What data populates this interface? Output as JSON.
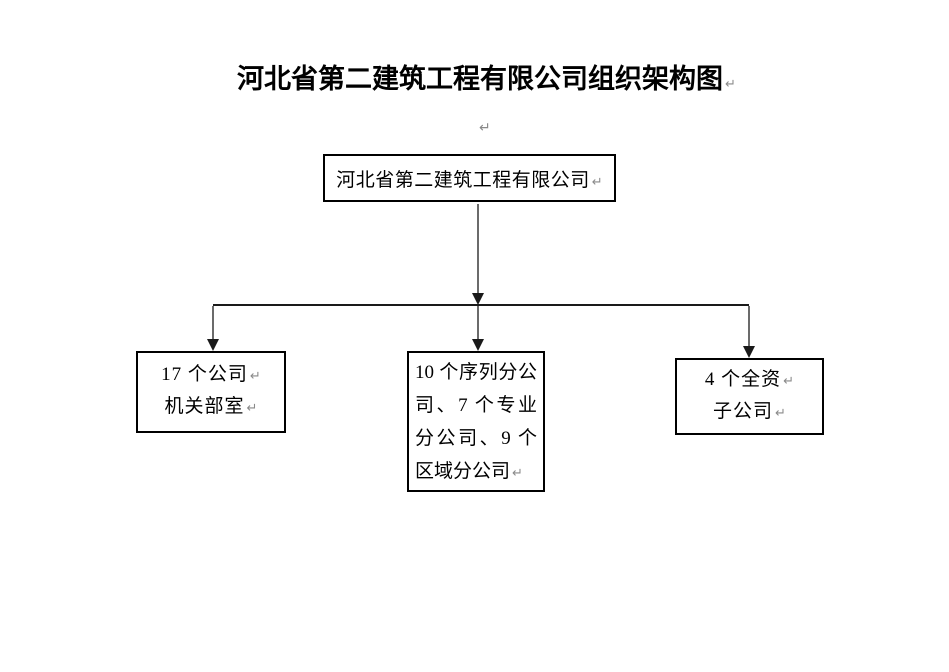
{
  "title": {
    "text": "河北省第二建筑工程有限公司组织架构图"
  },
  "return_mark": "↵",
  "colors": {
    "background": "#ffffff",
    "text": "#000000",
    "box_border": "#000000",
    "connector_gray": "#6b6b6b",
    "connector_black": "#1a1a1a",
    "mark_gray": "#8a8a8a"
  },
  "org_chart": {
    "root": {
      "label": "河北省第二建筑工程有限公司"
    },
    "children": [
      {
        "id": "company-departments",
        "text": "17 个公司机关部室",
        "lines": [
          "17 个公司",
          "机关部室"
        ]
      },
      {
        "id": "branch-companies",
        "text": "10 个序列分公司、7 个专业分公司、9 个区域分公司",
        "lines": [
          "10 个序列分公",
          "司、7 个专业",
          "分公司、9 个",
          "区域分公司"
        ]
      },
      {
        "id": "subsidiaries",
        "text": "4 个全资子公司",
        "lines": [
          "4 个全资",
          "子公司"
        ]
      }
    ]
  }
}
